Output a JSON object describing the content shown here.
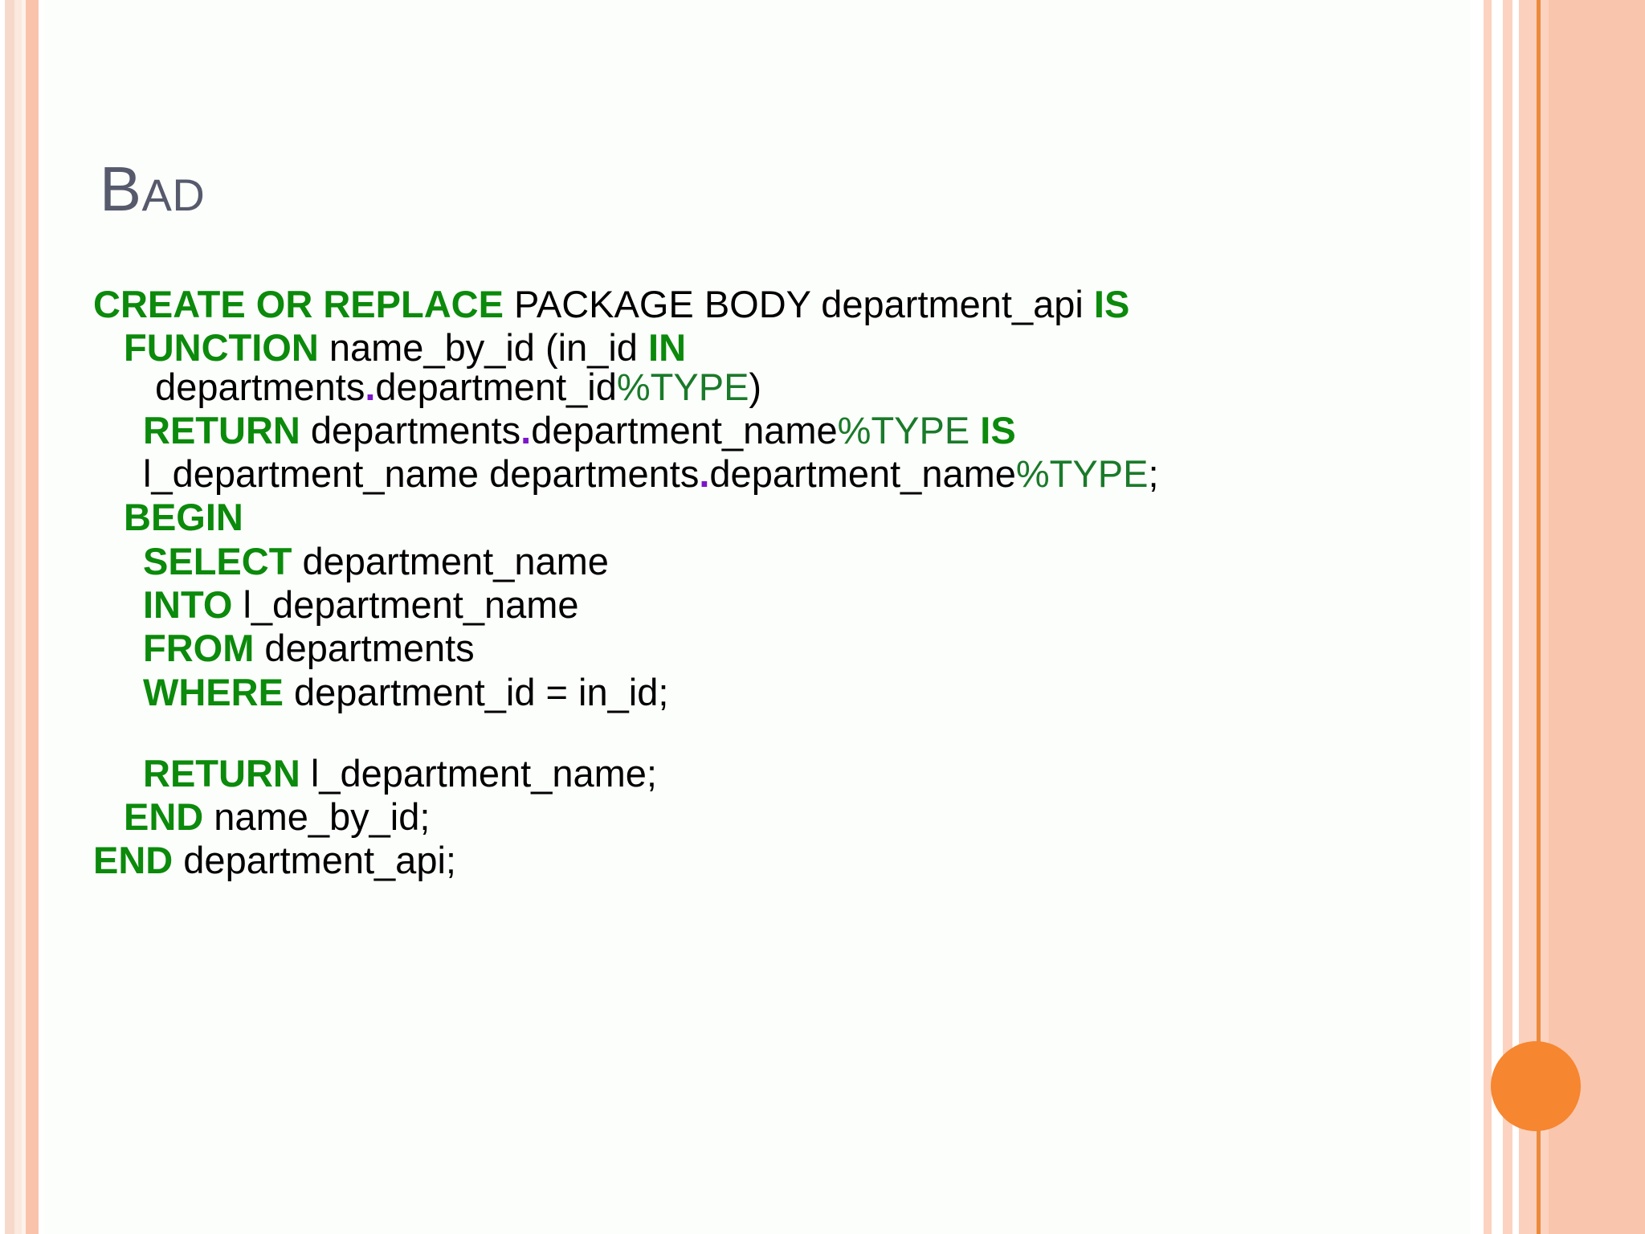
{
  "slide": {
    "title_cap": "B",
    "title_rest": "AD",
    "title_full": "BAD",
    "background": "#fcfefb",
    "accent_circle_color": "#f6862f",
    "border_colors": [
      "#f9c3ab",
      "#fbe8de",
      "#fbd3c0",
      "#ec8a3c",
      "#fac5ad"
    ]
  },
  "colors": {
    "keyword": "#0b8a0b",
    "type": "#1a7a2a",
    "punctuation_dot": "#7b16c9",
    "plain": "#000000",
    "title": "#565a6c"
  },
  "code": {
    "language": "PL/SQL",
    "lines": [
      {
        "id": "line-1",
        "text": "CREATE OR REPLACE PACKAGE BODY department_api IS",
        "tokens": [
          {
            "t": "CREATE OR REPLACE",
            "c": "kw"
          },
          {
            "t": " PACKAGE BODY department_api ",
            "c": "pl"
          },
          {
            "t": "IS",
            "c": "kw"
          }
        ]
      },
      {
        "id": "line-2",
        "text": "  FUNCTION name_by_id (in_id IN departments.department_id%TYPE)",
        "tokens": [
          {
            "t": "FUNCTION",
            "c": "kw"
          },
          {
            "t": " name_by_id (in_id ",
            "c": "pl"
          },
          {
            "t": "IN",
            "c": "kw"
          },
          {
            "t": " departments",
            "c": "pl"
          },
          {
            "t": ".",
            "c": "dot"
          },
          {
            "t": "department_id",
            "c": "pl"
          },
          {
            "t": "%TYPE",
            "c": "typ"
          },
          {
            "t": ")",
            "c": "pl"
          }
        ]
      },
      {
        "id": "line-3",
        "text": "   RETURN departments.department_name%TYPE IS",
        "tokens": [
          {
            "t": "RETURN",
            "c": "kw"
          },
          {
            "t": " departments",
            "c": "pl"
          },
          {
            "t": ".",
            "c": "dot"
          },
          {
            "t": "department_name",
            "c": "pl"
          },
          {
            "t": "%TYPE",
            "c": "typ"
          },
          {
            "t": " ",
            "c": "pl"
          },
          {
            "t": "IS",
            "c": "kw"
          }
        ]
      },
      {
        "id": "line-4",
        "text": "   l_department_name departments.department_name%TYPE;",
        "tokens": [
          {
            "t": "l_department_name departments",
            "c": "pl"
          },
          {
            "t": ".",
            "c": "dot"
          },
          {
            "t": "department_name",
            "c": "pl"
          },
          {
            "t": "%TYPE",
            "c": "typ"
          },
          {
            "t": ";",
            "c": "pl"
          }
        ]
      },
      {
        "id": "line-5",
        "text": "  BEGIN",
        "tokens": [
          {
            "t": "BEGIN",
            "c": "kw"
          }
        ]
      },
      {
        "id": "line-6",
        "text": "   SELECT department_name",
        "tokens": [
          {
            "t": "SELECT",
            "c": "kw"
          },
          {
            "t": " department_name",
            "c": "pl"
          }
        ]
      },
      {
        "id": "line-7",
        "text": "   INTO l_department_name",
        "tokens": [
          {
            "t": "INTO",
            "c": "kw"
          },
          {
            "t": " l_department_name",
            "c": "pl"
          }
        ]
      },
      {
        "id": "line-8",
        "text": "   FROM departments",
        "tokens": [
          {
            "t": "FROM",
            "c": "kw"
          },
          {
            "t": " departments",
            "c": "pl"
          }
        ]
      },
      {
        "id": "line-9",
        "text": "   WHERE department_id = in_id;",
        "tokens": [
          {
            "t": "WHERE",
            "c": "kw"
          },
          {
            "t": " department_id = in_id;",
            "c": "pl"
          }
        ]
      },
      {
        "id": "line-10",
        "text": "",
        "tokens": []
      },
      {
        "id": "line-11",
        "text": "   RETURN l_department_name;",
        "tokens": [
          {
            "t": "RETURN",
            "c": "kw"
          },
          {
            "t": " l_department_name;",
            "c": "pl"
          }
        ]
      },
      {
        "id": "line-12",
        "text": "  END name_by_id;",
        "tokens": [
          {
            "t": "END",
            "c": "kw"
          },
          {
            "t": " name_by_id;",
            "c": "pl"
          }
        ]
      },
      {
        "id": "line-13",
        "text": "END department_api;",
        "tokens": [
          {
            "t": "END",
            "c": "kw"
          },
          {
            "t": " department_api;",
            "c": "pl"
          }
        ]
      }
    ]
  }
}
